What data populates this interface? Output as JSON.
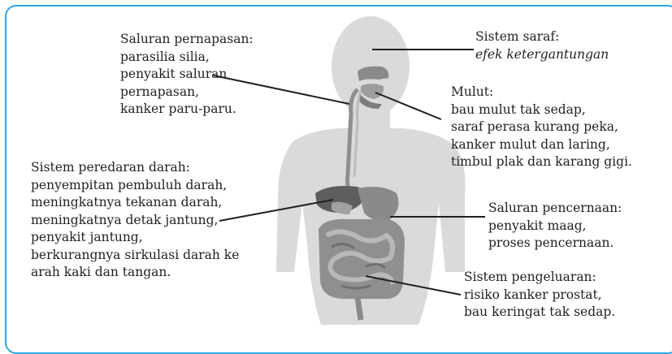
{
  "annotations": {
    "pernapasan": {
      "title": "Saluran pernapasan:",
      "lines": [
        "parasilia silia,",
        "penyakit saluran",
        "pernapasan,",
        "kanker paru-paru."
      ]
    },
    "saraf": {
      "title": "Sistem saraf:",
      "lines": [
        "efek ketergantungan"
      ]
    },
    "mulut": {
      "title": "Mulut:",
      "lines": [
        "bau mulut tak sedap,",
        "saraf perasa kurang peka,",
        "kanker mulut dan laring,",
        "timbul plak dan karang gigi."
      ]
    },
    "peredaran": {
      "title": "Sistem peredaran darah:",
      "lines": [
        "penyempitan pembuluh darah,",
        "meningkatnya tekanan darah,",
        "meningkatnya detak jantung,",
        "penyakit jantung,",
        "berkurangnya sirkulasi darah ke",
        "arah kaki dan tangan."
      ]
    },
    "pencernaan": {
      "title": "Saluran pencernaan:",
      "lines": [
        "penyakit maag,",
        "proses pencernaan."
      ]
    },
    "pengeluaran": {
      "title": "Sistem pengeluaran:",
      "lines": [
        "risiko kanker prostat,",
        "bau keringat tak sedap."
      ]
    }
  },
  "colors": {
    "frame": "#29a9e0",
    "silhouette": "#d9d9d9",
    "organ_dark": "#6d6d6d",
    "organ_mid": "#9a9a9a",
    "text": "#231f20"
  }
}
